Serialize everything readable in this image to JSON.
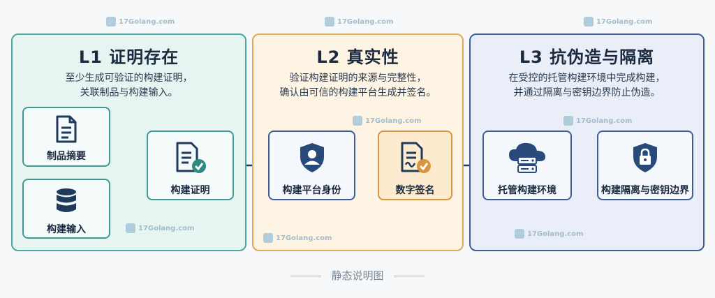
{
  "watermark_text": "17Golang.com",
  "panels": [
    {
      "title": "L1 证明存在",
      "desc": [
        "至少生成可验证的构建证明，",
        "关联制品与构建输入。"
      ],
      "nodes": [
        "制品摘要",
        "构建输入",
        "构建证明"
      ],
      "color": "#4aa8a0"
    },
    {
      "title": "L2 真实性",
      "desc": [
        "验证构建证明的来源与完整性，",
        "确认由可信的构建平台生成并签名。"
      ],
      "nodes": [
        "构建平台身份",
        "数字签名"
      ],
      "color": "#e3a95a"
    },
    {
      "title": "L3 抗伪造与隔离",
      "desc": [
        "在受控的托管构建环境中完成构建，",
        "并通过隔离与密钥边界防止伪造。"
      ],
      "nodes": [
        "托管构建环境",
        "构建隔离与密钥边界"
      ],
      "color": "#3d5d94"
    }
  ],
  "icons": {
    "artifact_digest": "document-icon",
    "build_input": "database-icon",
    "build_provenance": "document-check-icon",
    "platform_identity": "shield-user-icon",
    "digital_signature": "signed-document-icon",
    "hosted_env": "cloud-server-icon",
    "isolation": "shield-lock-icon"
  },
  "footer": "静态说明图"
}
